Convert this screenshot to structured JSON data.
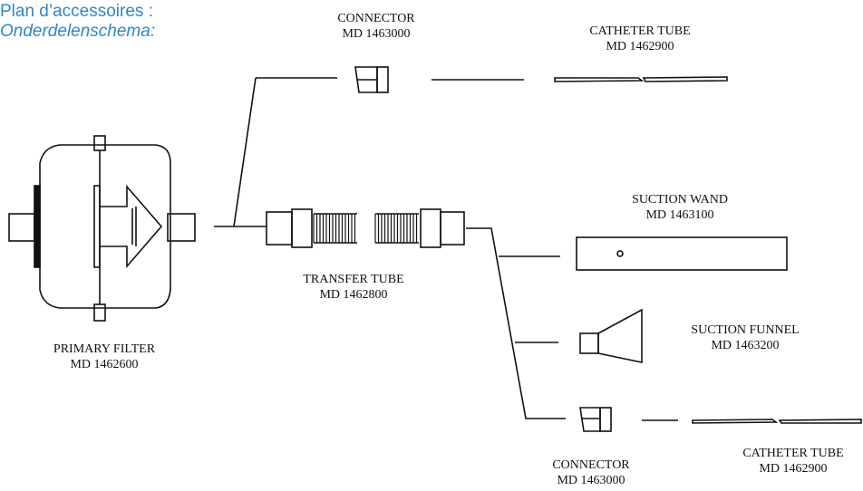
{
  "header": {
    "line1": "Plan d’accessoires :",
    "line2": "Onderdelenschema:",
    "color": "#2f86c8"
  },
  "parts": {
    "connector_top": {
      "name": "CONNECTOR",
      "code": "MD 1463000"
    },
    "catheter_top": {
      "name": "CATHETER TUBE",
      "code": "MD 1462900"
    },
    "suction_wand": {
      "name": "SUCTION WAND",
      "code": "MD 1463100"
    },
    "transfer_tube": {
      "name": "TRANSFER TUBE",
      "code": "MD 1462800"
    },
    "primary_filter": {
      "name": "PRIMARY FILTER",
      "code": "MD 1462600"
    },
    "suction_funnel": {
      "name": "SUCTION FUNNEL",
      "code": "MD 1463200"
    },
    "connector_bottom": {
      "name": "CONNECTOR",
      "code": "MD 1463000"
    },
    "catheter_bottom": {
      "name": "CATHETER TUBE",
      "code": "MD 1462900"
    }
  },
  "colors": {
    "line": "#111111"
  }
}
